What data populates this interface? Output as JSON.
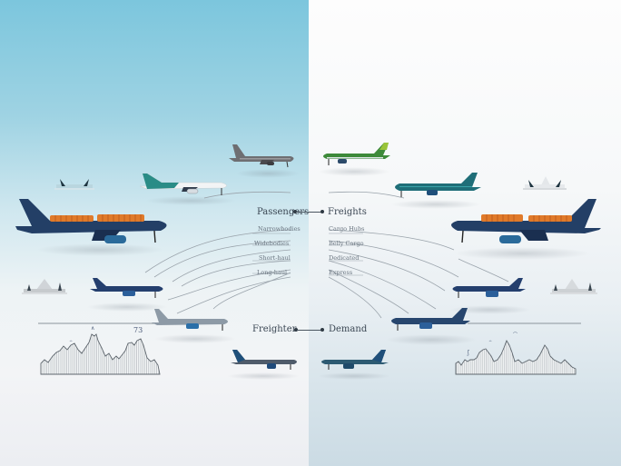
{
  "diagram": {
    "background": {
      "left_top": "#7cc6dd",
      "left_bottom": "#eceef2",
      "right_top": "#fdfdfd",
      "right_bottom": "#cbdbe4"
    },
    "left_column": {
      "header": "Passengers",
      "items": [
        "Narrowbodies",
        "Widebodies",
        "Short-haul",
        "Long-haul"
      ],
      "footer": "Freighter"
    },
    "right_column": {
      "header": "Freights",
      "items": [
        "Cargo Hubs",
        "Belly Cargo",
        "Dedicated",
        "Express"
      ],
      "footer": "Demand"
    },
    "sparkline_left": {
      "annotation": "73"
    },
    "colors": {
      "navy_plane": "#233f66",
      "teal_tail": "#2a8c86",
      "green_plane": "#3d8a3a",
      "grey_plane": "#6e6e72",
      "cargo_orange": "#e07a2a",
      "line": "#8a949c"
    }
  }
}
